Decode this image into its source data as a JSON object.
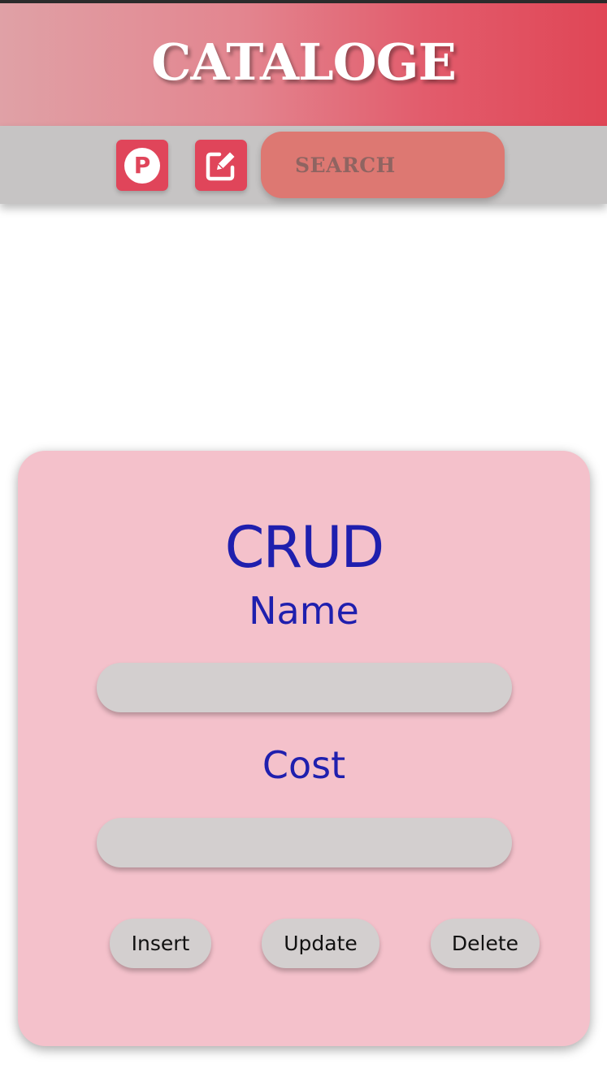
{
  "header": {
    "brand": "CATALOGE"
  },
  "toolbar": {
    "p_icon_glyph": "P",
    "icons": [
      "product-hunt-icon",
      "edit-icon"
    ],
    "search_placeholder": "SEARCH"
  },
  "form": {
    "title": "CRUD",
    "name_label": "Name",
    "name_value": "",
    "cost_label": "Cost",
    "cost_value": "",
    "buttons": {
      "insert": "Insert",
      "update": "Update",
      "delete": "Delete"
    }
  },
  "colors": {
    "accent": "#e0455a",
    "title_text": "#1f1fae",
    "card_bg": "#f4c1cb",
    "toolbar_bg": "#c6c4c4",
    "search_bg": "#dd7872"
  }
}
